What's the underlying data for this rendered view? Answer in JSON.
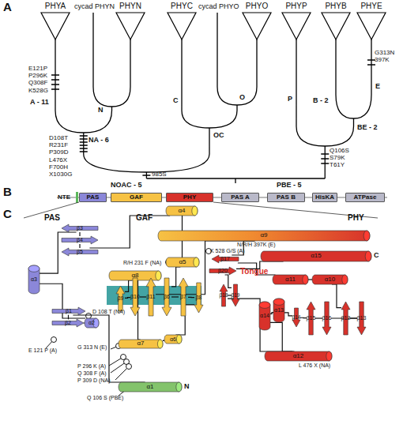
{
  "diagram": {
    "nodes": [
      {
        "text": [
          "PHYA"
        ]
      },
      {
        "text": [
          "PHYN"
        ]
      },
      {
        "text": [
          "PHYC"
        ]
      },
      {
        "text": [
          "PHYO"
        ]
      },
      {
        "text": [
          "PHYP"
        ]
      },
      {
        "text": [
          "PHYB"
        ]
      },
      {
        "text": [
          "PHYE"
        ]
      },
      {
        "text": [
          "PAS"
        ]
      },
      {
        "text": [
          "GAF"
        ]
      },
      {
        "text": [
          "PHY"
        ]
      },
      {
        "text": [
          "PAS A"
        ]
      },
      {
        "text": [
          "PAS B"
        ]
      },
      {
        "text": [
          "HisKA"
        ]
      },
      {
        "text": [
          "ATPase"
        ]
      },
      {
        "text": [
          "α1"
        ]
      },
      {
        "text": [
          "β1"
        ]
      },
      {
        "text": [
          "β2"
        ]
      },
      {
        "text": [
          "α2"
        ]
      },
      {
        "text": [
          "α3"
        ]
      },
      {
        "text": [
          "β3"
        ]
      },
      {
        "text": [
          "β4"
        ]
      },
      {
        "text": [
          "β5"
        ]
      },
      {
        "text": [
          "α4"
        ]
      },
      {
        "text": [
          "α5"
        ]
      },
      {
        "text": [
          "α8"
        ]
      },
      {
        "text": [
          "β9"
        ]
      },
      {
        "text": [
          "β10"
        ]
      },
      {
        "text": [
          "β11"
        ]
      },
      {
        "text": [
          "β6"
        ]
      },
      {
        "text": [
          "β7"
        ]
      },
      {
        "text": [
          "β8"
        ]
      },
      {
        "text": [
          "α7"
        ]
      },
      {
        "text": [
          "α6"
        ]
      },
      {
        "text": [
          "α9"
        ]
      },
      {
        "text": [
          "β17"
        ]
      },
      {
        "text": [
          "β20"
        ]
      },
      {
        "text": [
          "α15"
        ]
      },
      {
        "text": [
          "α11"
        ]
      },
      {
        "text": [
          "α10"
        ]
      },
      {
        "text": [
          "β18"
        ]
      },
      {
        "text": [
          "β19"
        ]
      },
      {
        "text": [
          "α14"
        ]
      },
      {
        "text": [
          "α13"
        ]
      },
      {
        "text": [
          "β14"
        ]
      },
      {
        "text": [
          "β15"
        ]
      },
      {
        "text": [
          "β16"
        ]
      },
      {
        "text": [
          "β12"
        ]
      },
      {
        "text": [
          "β13"
        ]
      },
      {
        "text": [
          "α12"
        ]
      }
    ],
    "edges": [
      {
        "from": 14,
        "to": 15,
        "arrow": "none"
      },
      {
        "from": 15,
        "to": 16,
        "arrow": "none"
      },
      {
        "from": 16,
        "to": 17,
        "arrow": "none"
      },
      {
        "from": 17,
        "to": 18,
        "arrow": "none"
      },
      {
        "from": 18,
        "to": 19,
        "arrow": "none"
      },
      {
        "from": 19,
        "to": 20,
        "arrow": "none"
      },
      {
        "from": 20,
        "to": 21,
        "arrow": "none"
      },
      {
        "from": 21,
        "to": 22,
        "arrow": "none"
      },
      {
        "from": 22,
        "to": 23,
        "arrow": "none"
      },
      {
        "from": 23,
        "to": 28,
        "arrow": "none"
      },
      {
        "from": 28,
        "to": 29,
        "arrow": "none"
      },
      {
        "from": 29,
        "to": 30,
        "arrow": "none"
      },
      {
        "from": 30,
        "to": 32,
        "arrow": "none"
      },
      {
        "from": 32,
        "to": 31,
        "arrow": "none"
      },
      {
        "from": 31,
        "to": 24,
        "arrow": "none"
      },
      {
        "from": 24,
        "to": 25,
        "arrow": "none"
      },
      {
        "from": 25,
        "to": 26,
        "arrow": "none"
      },
      {
        "from": 26,
        "to": 27,
        "arrow": "none"
      },
      {
        "from": 27,
        "to": 33,
        "arrow": "none"
      },
      {
        "from": 33,
        "to": 34,
        "arrow": "none"
      },
      {
        "from": 34,
        "to": 37,
        "arrow": "none"
      },
      {
        "from": 37,
        "to": 38,
        "arrow": "none"
      },
      {
        "from": 38,
        "to": 46,
        "arrow": "none"
      },
      {
        "from": 46,
        "to": 47,
        "arrow": "none"
      },
      {
        "from": 47,
        "to": 45,
        "arrow": "none"
      },
      {
        "from": 45,
        "to": 44,
        "arrow": "none"
      },
      {
        "from": 44,
        "to": 43,
        "arrow": "none"
      },
      {
        "from": 43,
        "to": 42,
        "arrow": "none"
      },
      {
        "from": 42,
        "to": 41,
        "arrow": "none"
      },
      {
        "from": 41,
        "to": 48,
        "arrow": "none"
      },
      {
        "from": 48,
        "to": 39,
        "arrow": "none"
      },
      {
        "from": 39,
        "to": 40,
        "arrow": "none"
      },
      {
        "from": 40,
        "to": 35,
        "arrow": "none"
      },
      {
        "from": 35,
        "to": 36,
        "arrow": "none"
      }
    ],
    "labels": [
      "A",
      "cycad PHYN",
      "cycad PHYO",
      "E121P P296K Q308F K528G",
      "A - 11",
      "N",
      "D108T R231F P309D L476X F700H X1030G",
      "NA - 6",
      "985S",
      "NOAC - 5",
      "C",
      "O",
      "OC",
      "P",
      "B - 2",
      "E",
      "G313N 397K",
      "BE - 2",
      "Q106S S79K T61Y",
      "PBE - 5",
      "B",
      "NTE",
      "C",
      "PAS",
      "GAF",
      "PHY",
      "D 108 T (NA)",
      "E 121 P (A)",
      "G 313 N (E)",
      "P 296 K (A)",
      "Q 308 F (A)",
      "P 309 D (NA)",
      "Q 106 S (PBE)",
      "R/H 231 F (NA)",
      "N",
      "N/R/H 397K (E)",
      "K 528 G/S (A)",
      "Tongue",
      "C",
      "L 476 X (NA)"
    ]
  }
}
